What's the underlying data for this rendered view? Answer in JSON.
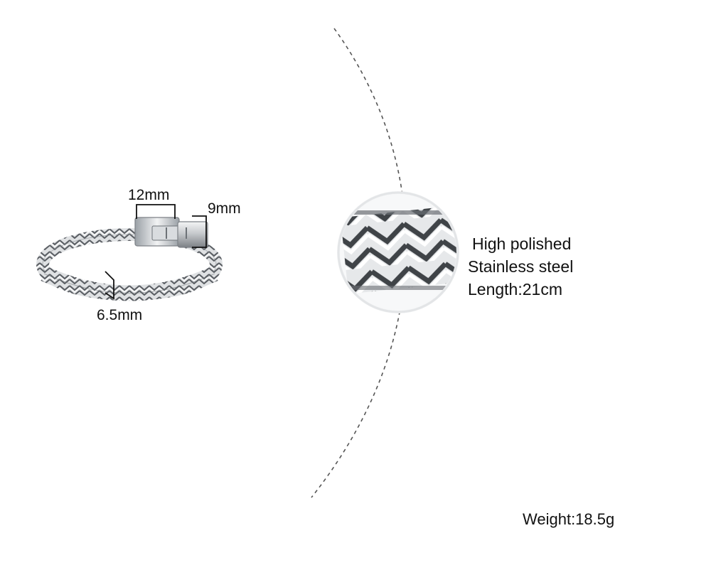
{
  "dimensions": {
    "clasp_width": "12mm",
    "clasp_height": "9mm",
    "chain_width": "6.5mm"
  },
  "specs": {
    "finish": "High polished",
    "material": "Stainless steel",
    "length": "Length:21cm"
  },
  "weight": "Weight:18.5g",
  "colors": {
    "background": "#ffffff",
    "text": "#111111",
    "metal": "#c9ccd0",
    "divider": "#555555"
  },
  "icons": [
    "bracelet-image",
    "chain-closeup-image",
    "dimension-bracket-icon"
  ]
}
